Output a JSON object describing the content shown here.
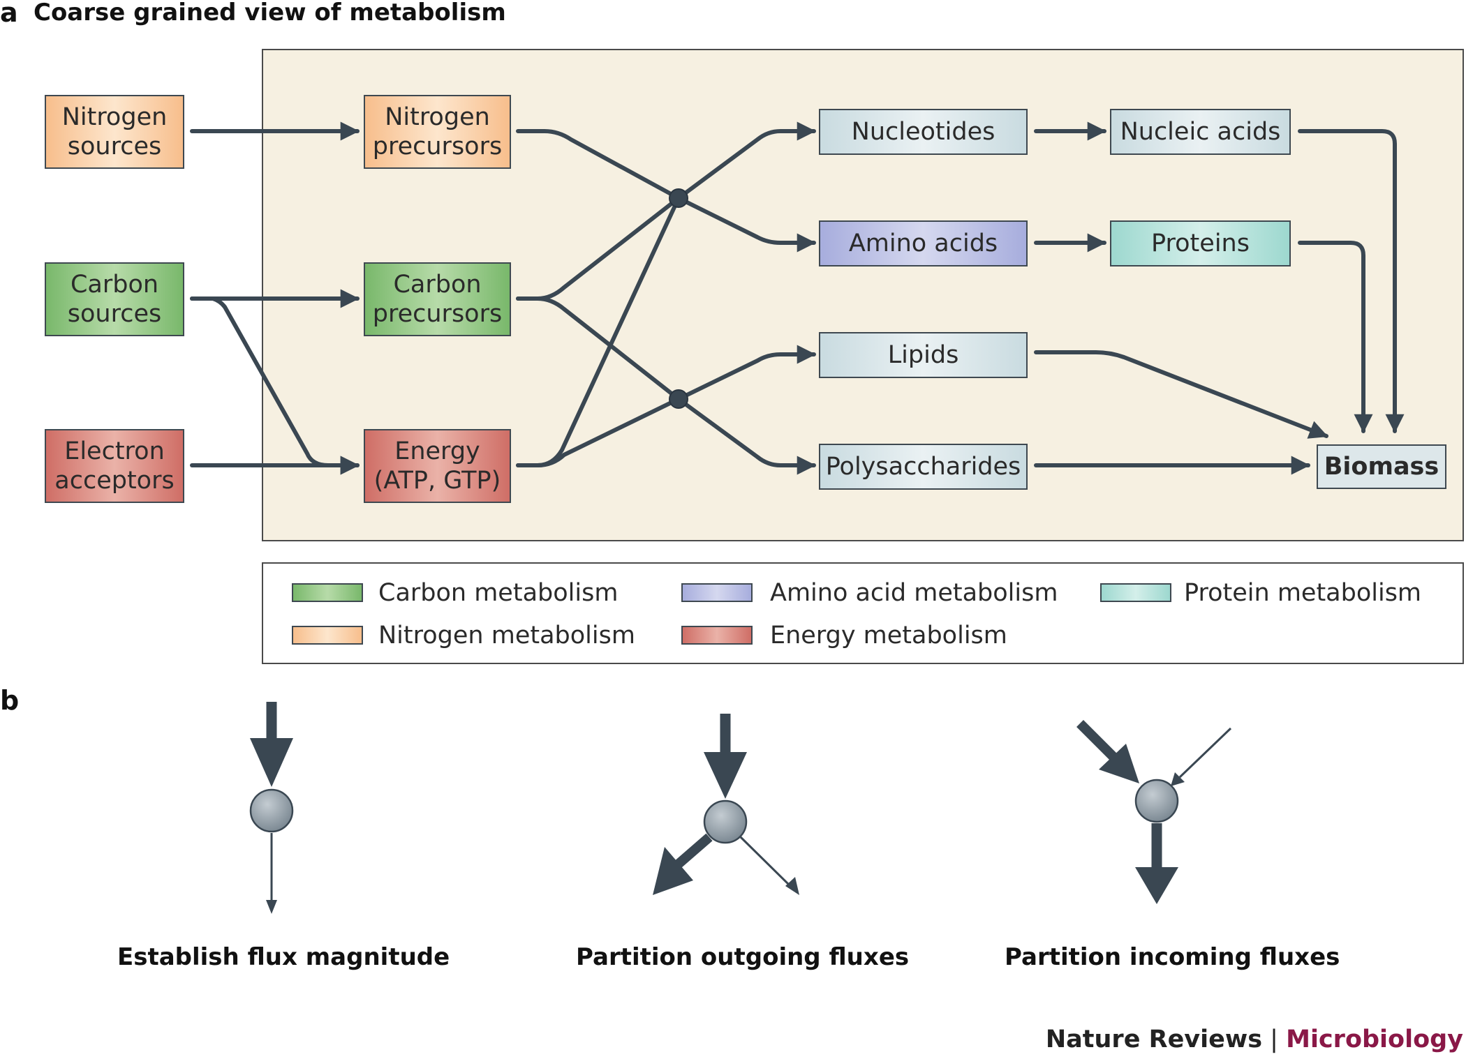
{
  "panel_a": {
    "label": "a",
    "title": "Coarse grained view of metabolism",
    "nodes": {
      "nitrogen_sources": "Nitrogen sources",
      "carbon_sources": "Carbon sources",
      "electron_acceptors": "Electron acceptors",
      "nitrogen_precursors": "Nitrogen precursors",
      "carbon_precursors": "Carbon precursors",
      "energy": "Energy (ATP, GTP)",
      "nucleotides": "Nucleotides",
      "amino_acids": "Amino acids",
      "lipids": "Lipids",
      "polysaccharides": "Polysaccharides",
      "nucleic_acids": "Nucleic acids",
      "proteins": "Proteins",
      "biomass": "Biomass"
    },
    "legend": {
      "carbon": "Carbon metabolism",
      "nitrogen": "Nitrogen metabolism",
      "amino_acid": "Amino acid metabolism",
      "energy": "Energy metabolism",
      "protein": "Protein metabolism"
    }
  },
  "panel_b": {
    "label": "b",
    "captions": {
      "magnitude": "Establish flux magnitude",
      "outgoing": "Partition outgoing fluxes",
      "incoming": "Partition incoming fluxes"
    }
  },
  "footer": {
    "journal": "Nature Reviews",
    "separator": "|",
    "subject": "Microbiology"
  },
  "colors": {
    "arrow": "#3a4752",
    "panel_bg": "#f6f0e1",
    "carbon": "#79b86b",
    "nitrogen": "#f7be8c",
    "amino_acid": "#a7addd",
    "energy": "#cf6e66",
    "protein": "#9dd8cf",
    "product": "#d9e6ea",
    "subject_text": "#8a1847"
  }
}
